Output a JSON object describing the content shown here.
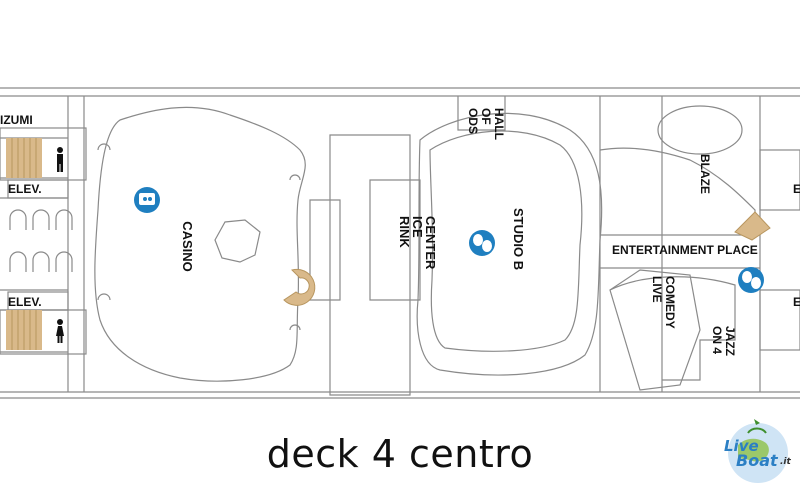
{
  "rooms": {
    "izumi": "IZUMI",
    "elev_top": "ELEV.",
    "elev_bottom": "ELEV.",
    "casino": "CASINO",
    "hall_of_fame": [
      "HALL",
      "OF",
      "ODS"
    ],
    "center_ice_rink": [
      "CENTER",
      "ICE",
      "RINK"
    ],
    "studio_b": "STUDIO B",
    "blaze": "BLAZE",
    "entertainment_place": "ENTERTAINMENT PLACE",
    "comedy_live": [
      "COMEDY",
      "LIVE"
    ],
    "jazz_on_4": [
      "JAZZ",
      "ON 4"
    ],
    "edge_e_top": "E",
    "edge_e_bottom": "E"
  },
  "caption": "deck 4 centro",
  "logo": {
    "line1": "Live",
    "line2": "Boat",
    "suffix": ".it"
  },
  "icons": {
    "casino": "casino-icon",
    "theater": "theater-masks-icon",
    "restroom_men": "restroom-men-icon",
    "restroom_women": "restroom-women-icon",
    "stairs": "stairs-icon"
  },
  "colors": {
    "line": "#8a8a8a",
    "icon_blue": "#1f7fc0",
    "stairs": "#d9b98a"
  }
}
